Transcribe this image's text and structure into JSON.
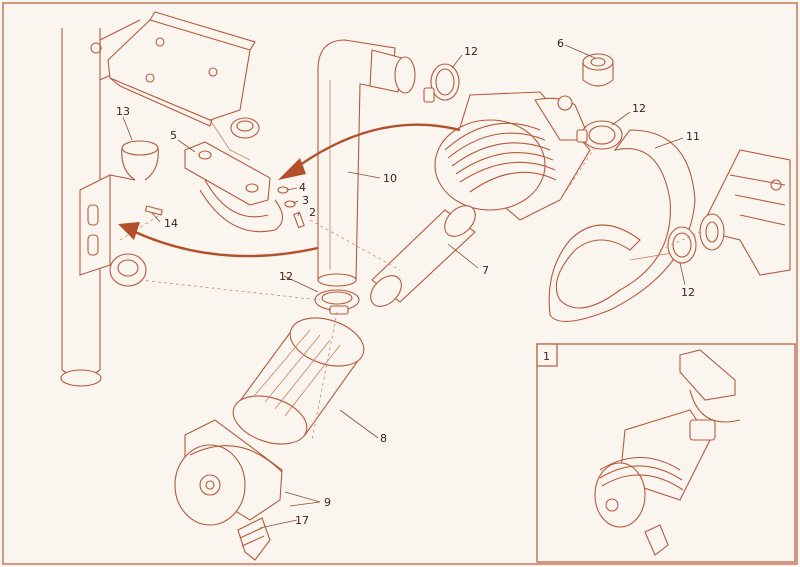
{
  "diagram": {
    "inset_label": "1",
    "part_labels": [
      {
        "id": "p1",
        "text": "1"
      },
      {
        "id": "p2",
        "text": "2"
      },
      {
        "id": "p3",
        "text": "3"
      },
      {
        "id": "p4",
        "text": "4"
      },
      {
        "id": "p5",
        "text": "5"
      },
      {
        "id": "p6",
        "text": "6"
      },
      {
        "id": "p7",
        "text": "7"
      },
      {
        "id": "p8",
        "text": "8"
      },
      {
        "id": "p9",
        "text": "9"
      },
      {
        "id": "p10",
        "text": "10"
      },
      {
        "id": "p11",
        "text": "11"
      },
      {
        "id": "p12a",
        "text": "12"
      },
      {
        "id": "p12b",
        "text": "12"
      },
      {
        "id": "p12c",
        "text": "12"
      },
      {
        "id": "p12d",
        "text": "12"
      },
      {
        "id": "p13",
        "text": "13"
      },
      {
        "id": "p14",
        "text": "14"
      },
      {
        "id": "p17",
        "text": "17"
      }
    ],
    "colors": {
      "line": "#b45a3a",
      "arrow": "#b3502c",
      "paper": "#fbf5ef",
      "text": "#3c2418"
    }
  }
}
